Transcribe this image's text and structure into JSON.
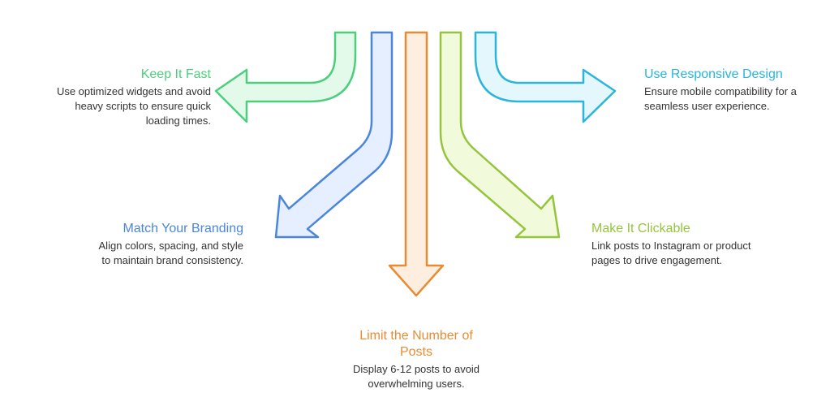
{
  "colors": {
    "green": "#4ccf7d",
    "green_fill": "#e3f9ea",
    "blue": "#4a86e0",
    "blue_fill": "#e5efff",
    "orange": "#e98b33",
    "orange_fill": "#fdeee0",
    "lime": "#94c53c",
    "lime_fill": "#f1fbdc",
    "cyan": "#2bb4dc",
    "cyan_fill": "#e3f7fd",
    "text": "#333333"
  },
  "items": [
    {
      "title": "Keep It Fast",
      "description": "Use optimized widgets and avoid heavy scripts to ensure quick loading times.",
      "arrow_icon": "arrow-left-icon"
    },
    {
      "title": "Match Your Branding",
      "description": "Align colors, spacing, and style to maintain brand consistency.",
      "arrow_icon": "arrow-down-left-icon"
    },
    {
      "title": "Limit the Number of Posts",
      "description": "Display 6-12 posts to avoid overwhelming users.",
      "arrow_icon": "arrow-down-icon"
    },
    {
      "title": "Make It Clickable",
      "description": "Link posts to Instagram or product pages to drive engagement.",
      "arrow_icon": "arrow-down-right-icon"
    },
    {
      "title": "Use Responsive Design",
      "description": "Ensure mobile compatibility for a seamless user experience.",
      "arrow_icon": "arrow-right-icon"
    }
  ]
}
